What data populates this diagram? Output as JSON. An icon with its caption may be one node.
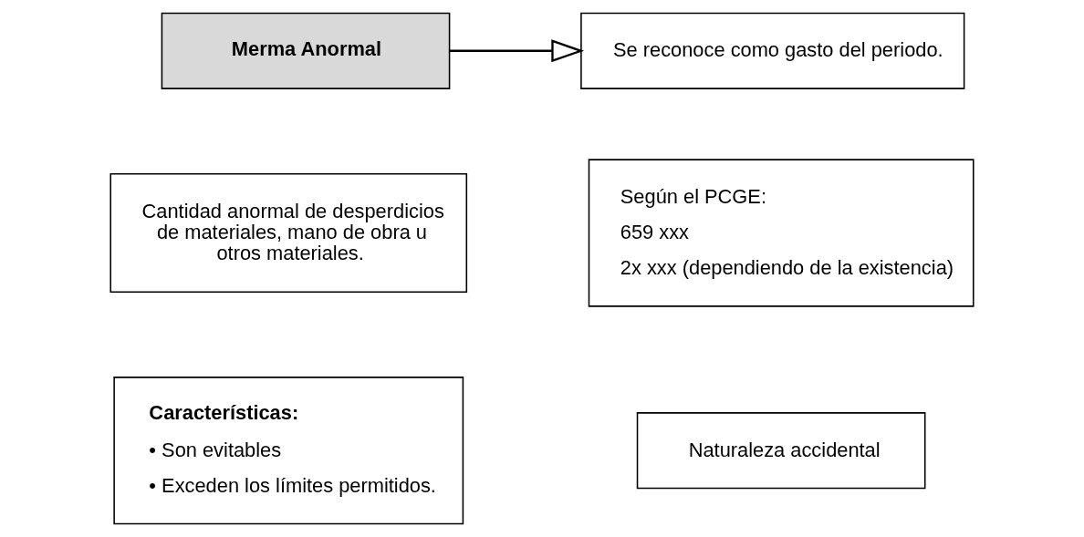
{
  "diagram": {
    "nodes": [
      {
        "text": [
          "Merma Anormal"
        ]
      },
      {
        "text": [
          "Se reconoce como gasto del periodo."
        ]
      },
      {
        "text": [
          "Cantidad anormal de desperdicios de materiales, mano de obra u otros materiales."
        ]
      },
      {
        "text": [
          "Según el PCGE:",
          "659 xxx",
          "2x xxx (dependiendo de la existencia)"
        ]
      },
      {
        "text": [
          "Características:",
          "• Son evitables",
          "• Exceden los límites permitidos."
        ]
      },
      {
        "text": [
          "Naturaleza accidental"
        ]
      }
    ],
    "edges": [
      {
        "from": 0,
        "to": 1,
        "arrow": "to"
      }
    ]
  }
}
